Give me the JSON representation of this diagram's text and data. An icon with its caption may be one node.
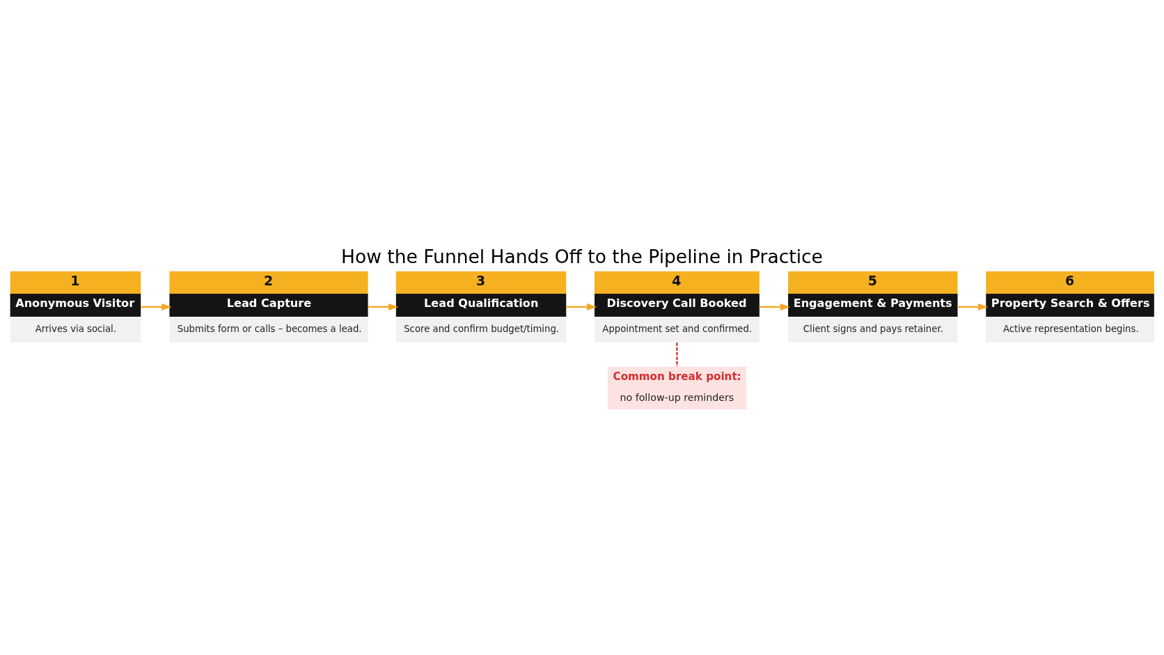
{
  "diagram": {
    "title": "How the Funnel Hands Off to the Pipeline in Practice",
    "nodes": [
      {
        "text": [
          "1",
          "Anonymous Visitor",
          "Arrives via social."
        ]
      },
      {
        "text": [
          "2",
          "Lead Capture",
          "Submits form or calls – becomes a lead."
        ]
      },
      {
        "text": [
          "3",
          "Lead Qualification",
          "Score and confirm budget/timing."
        ]
      },
      {
        "text": [
          "4",
          "Discovery Call Booked",
          "Appointment set and confirmed."
        ]
      },
      {
        "text": [
          "5",
          "Engagement & Payments",
          "Client signs and pays retainer."
        ]
      },
      {
        "text": [
          "6",
          "Property Search & Offers",
          "Active representation begins."
        ]
      },
      {
        "text": [
          "Common break point:",
          "no follow-up reminders"
        ]
      }
    ],
    "edges": [
      {
        "from": 0,
        "to": 1,
        "arrow": "to"
      },
      {
        "from": 1,
        "to": 2,
        "arrow": "to"
      },
      {
        "from": 2,
        "to": 3,
        "arrow": "to"
      },
      {
        "from": 3,
        "to": 4,
        "arrow": "to"
      },
      {
        "from": 4,
        "to": 5,
        "arrow": "to"
      },
      {
        "from": 3,
        "to": 6,
        "arrow": "none",
        "style": "dashed",
        "color": "#d32f2f"
      }
    ]
  }
}
